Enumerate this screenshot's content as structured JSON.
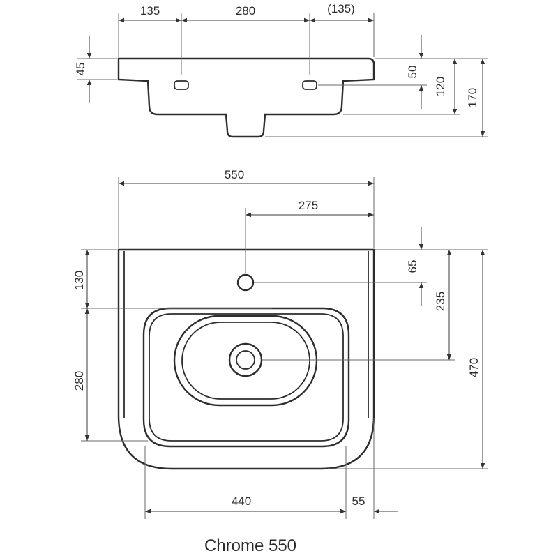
{
  "title": "Chrome 550",
  "side_view": {
    "horizontal": [
      "135",
      "280",
      "(135)"
    ],
    "vertical": [
      "45",
      "50",
      "120",
      "170"
    ]
  },
  "top_view": {
    "width": "550",
    "tap_offset": "275",
    "left_dims": [
      "130",
      "280"
    ],
    "right_dims": [
      "65",
      "235",
      "470"
    ],
    "bottom_dims": [
      "440",
      "55"
    ]
  },
  "colors": {
    "line": "#2d2d2d",
    "text": "#2a2a2a"
  }
}
